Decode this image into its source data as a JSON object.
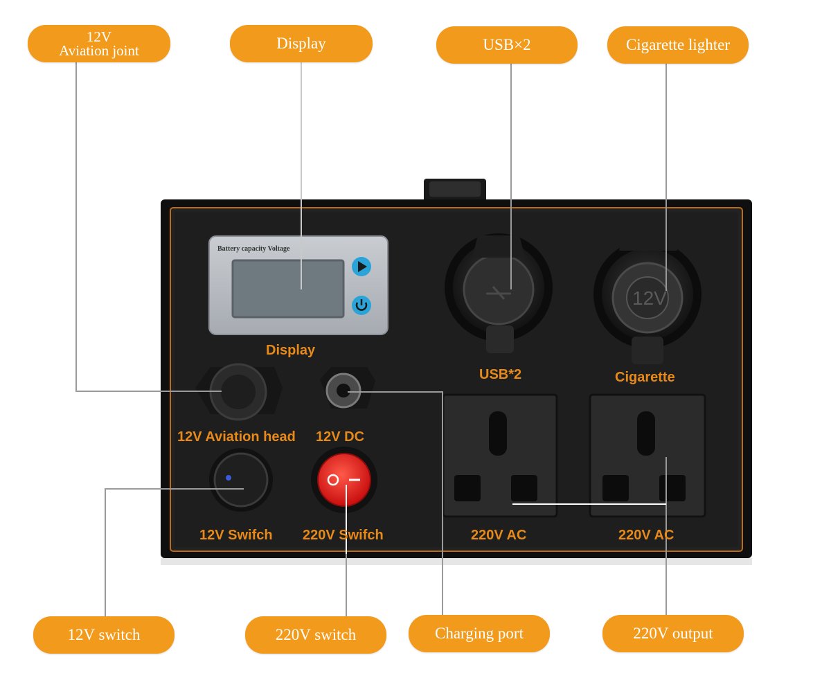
{
  "callouts": {
    "aviation_joint": {
      "line1": "12V",
      "line2": "Aviation joint"
    },
    "display": "Display",
    "usb": "USB×2",
    "cigarette_lighter": "Cigarette lighter",
    "switch_12v": "12V switch",
    "switch_220v": "220V switch",
    "charging_port": "Charging port",
    "output_220v": "220V output"
  },
  "panel_labels": {
    "display": "Display",
    "usb": "USB*2",
    "cigarette": "Cigarette",
    "aviation_head": "12V Aviation head",
    "dc": "12V DC",
    "switch_12v": "12V Swifch",
    "switch_220v": "220V Swifch",
    "ac_left": "220V AC",
    "ac_right": "220V AC"
  },
  "meter": {
    "title": "Battery capacity Voltage"
  },
  "socket_12v_text": "12V",
  "colors": {
    "accent": "#f29a1b",
    "panel_label": "#e88a1a",
    "panel": "#1d1d1d",
    "switch_red": "#e02020"
  }
}
